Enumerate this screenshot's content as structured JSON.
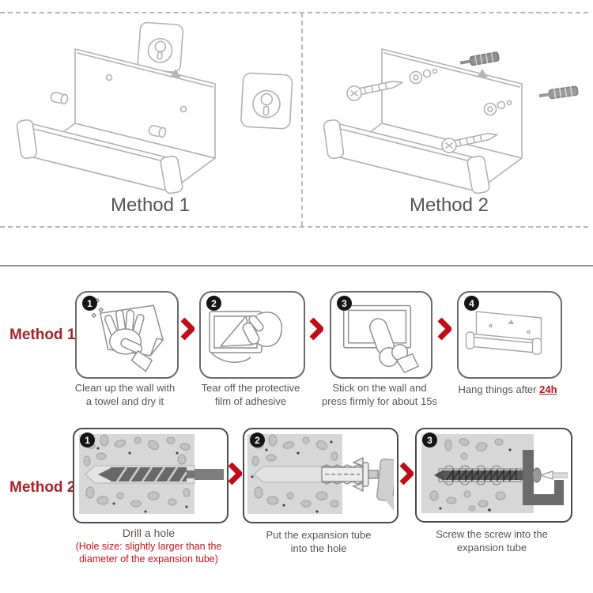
{
  "colors": {
    "accent_red": "#a92328",
    "arrow_red": "#bf0d19",
    "note_red": "#cc1016",
    "highlight_red": "#c1131c",
    "badge_black": "#151515",
    "caption_gray": "#565656",
    "line_art_gray": "#b2b2b2"
  },
  "icons": {
    "step_arrow": "chevron-right",
    "step_badge": "filled-circle-number"
  },
  "overview": {
    "method1_caption": "Method 1",
    "method2_caption": "Method 2"
  },
  "method1": {
    "label": "Method 1",
    "steps": [
      {
        "num": "1",
        "caption_line1": "Clean up the wall with",
        "caption_line2": "a towel and dry it"
      },
      {
        "num": "2",
        "caption_line1": "Tear off the protective",
        "caption_line2": "film of adhesive"
      },
      {
        "num": "3",
        "caption_line1": "Stick on the wall and",
        "caption_line2": "press firmly for about 15s"
      },
      {
        "num": "4",
        "caption_prefix": "Hang things after ",
        "caption_highlight": "24h"
      }
    ]
  },
  "method2": {
    "label": "Method 2",
    "steps": [
      {
        "num": "1",
        "caption": "Drill a hole",
        "note_line1": "(Hole size: slightly larger than the",
        "note_line2": "diameter of the expansion tube)"
      },
      {
        "num": "2",
        "caption_line1": "Put the expansion tube",
        "caption_line2": "into the hole"
      },
      {
        "num": "3",
        "caption_line1": "Screw the screw into the",
        "caption_line2": "expansion tube"
      }
    ]
  }
}
